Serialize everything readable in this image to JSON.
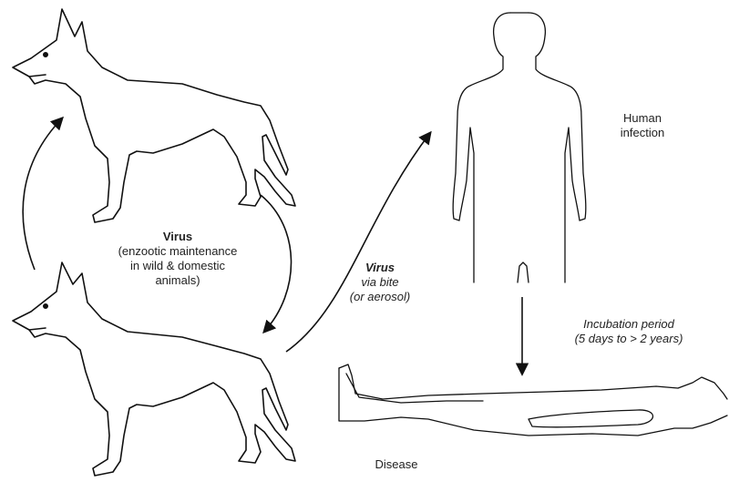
{
  "labels": {
    "virus_cycle_title": "Virus",
    "virus_cycle_line1": "(enzootic maintenance",
    "virus_cycle_line2": "in wild & domestic",
    "virus_cycle_line3": "animals)",
    "transmission_title": "Virus",
    "transmission_line1": "via bite",
    "transmission_line2": "(or aerosol)",
    "human_line1": "Human",
    "human_line2": "infection",
    "incubation_line1": "Incubation period",
    "incubation_line2": "(5 days to > 2 years)",
    "disease": "Disease"
  },
  "icons": [
    "dog-icon",
    "dog-icon",
    "human-standing-icon",
    "human-lying-icon"
  ]
}
